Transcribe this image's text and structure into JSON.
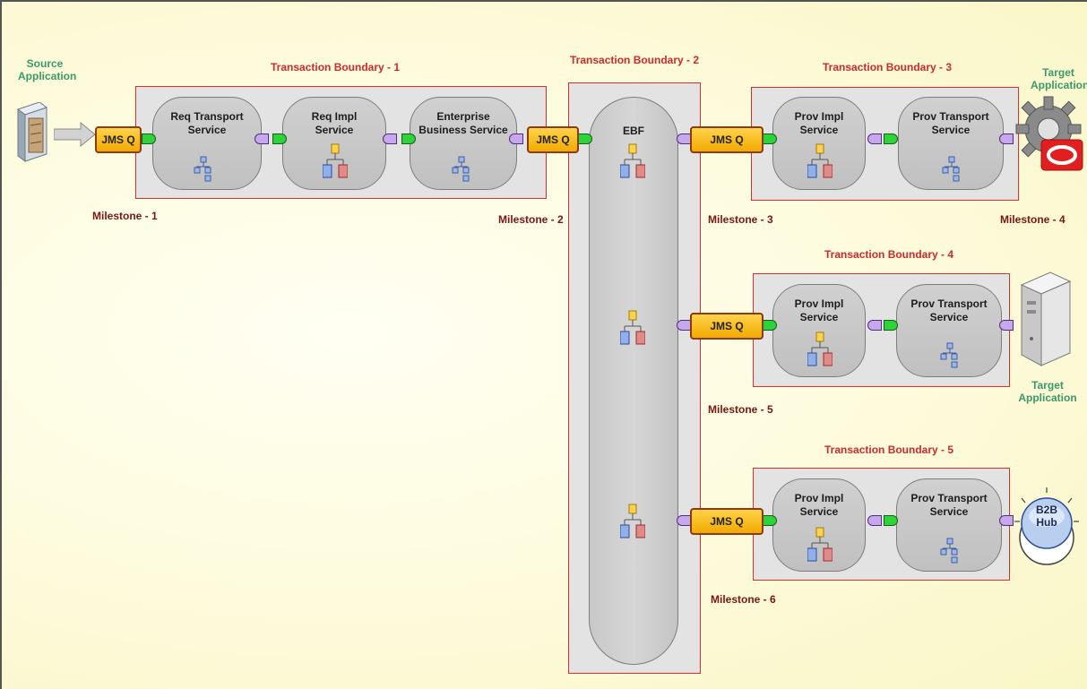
{
  "labels": {
    "source_app": "Source\nApplication",
    "target_app_top": "Target\nApplication",
    "target_app_mid": "Target\nApplication",
    "b2b_hub": "B2B\nHub",
    "tb1": "Transaction Boundary - 1",
    "tb2": "Transaction Boundary - 2",
    "tb3": "Transaction Boundary - 3",
    "tb4": "Transaction Boundary - 4",
    "tb5": "Transaction Boundary - 5",
    "ms1": "Milestone - 1",
    "ms2": "Milestone - 2",
    "ms3": "Milestone - 3",
    "ms4": "Milestone - 4",
    "ms5": "Milestone - 5",
    "ms6": "Milestone - 6"
  },
  "queues": {
    "q1": "JMS Q",
    "q2": "JMS Q",
    "q3": "JMS Q",
    "q4": "JMS Q",
    "q5": "JMS Q"
  },
  "services": {
    "req_transport": "Req Transport\nService",
    "req_impl": "Req Impl\nService",
    "ebs": "Enterprise\nBusiness Service",
    "ebf": "EBF",
    "prov_impl_3": "Prov Impl\nService",
    "prov_transport_3": "Prov Transport\nService",
    "prov_impl_4": "Prov Impl\nService",
    "prov_transport_4": "Prov Transport\nService",
    "prov_impl_5": "Prov Impl\nService",
    "prov_transport_5": "Prov Transport\nService"
  },
  "icons": {
    "source": "source-server-icon",
    "target_top": "oracle-gear-icon",
    "target_mid": "server-icon",
    "b2b": "b2b-hub-icon",
    "composite": "composite-service-icon"
  },
  "colors": {
    "boundary_border": "#d83030",
    "boundary_label": "#cc2b2b",
    "milestone_label": "#7a1616",
    "app_label": "#3a9a6a",
    "queue_fill": "#f2aa00",
    "port_green": "#2cd43a",
    "port_purple": "#c7a7ee"
  }
}
